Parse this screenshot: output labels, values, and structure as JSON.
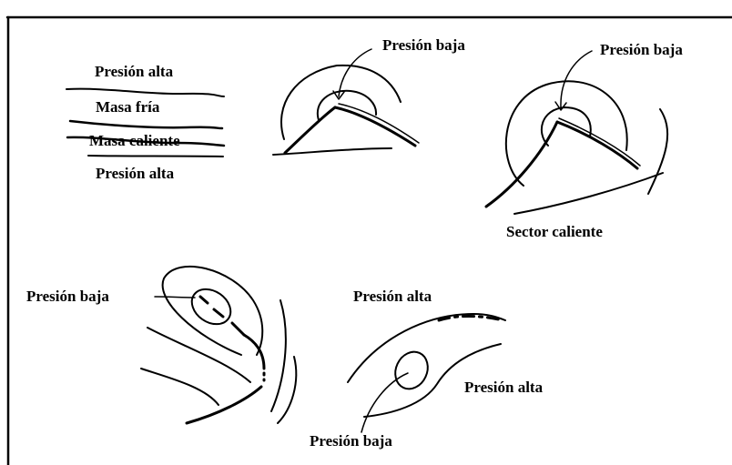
{
  "panel_top_left": {
    "label_high_top": "Presión alta",
    "label_cold_mass": "Masa fría",
    "label_warm_mass": "Masa caliente",
    "label_high_bottom": "Presión alta"
  },
  "panel_top_middle": {
    "label_low": "Presión baja"
  },
  "panel_top_right": {
    "label_low": "Presión baja",
    "label_warm_sector": "Sector caliente"
  },
  "panel_bottom_left": {
    "label_low": "Presión baja"
  },
  "panel_bottom_right": {
    "label_high_top": "Presión alta",
    "label_high_right": "Presión alta",
    "label_low": "Presión baja"
  }
}
